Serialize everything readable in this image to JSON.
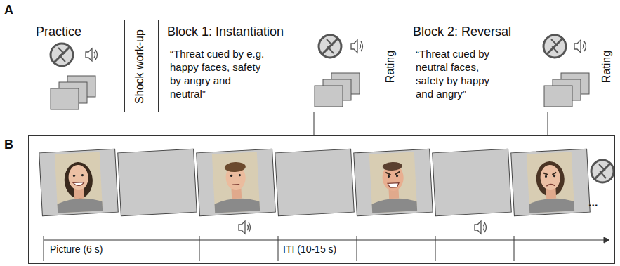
{
  "diagram": {
    "nodes": [
      {
        "text": [
          "Practice"
        ]
      },
      {
        "text": [
          "Block 1: Instantiation",
          "“Threat cued by e.g. happy faces, safety by angry and neutral”"
        ]
      },
      {
        "text": [
          "Block 2: Reversal",
          "“Threat cued by neutral faces, safety by happy and angry”"
        ]
      },
      {
        "text": [
          "Picture (6 s)",
          "ITI (10-15 s)"
        ]
      }
    ],
    "edges": [
      {
        "from": 1,
        "to": 3,
        "arrow": "none"
      },
      {
        "from": 2,
        "to": 3,
        "arrow": "none"
      }
    ],
    "labels": [
      "A",
      "B",
      "Shock work-up",
      "Rating",
      "Rating",
      "..."
    ]
  }
}
